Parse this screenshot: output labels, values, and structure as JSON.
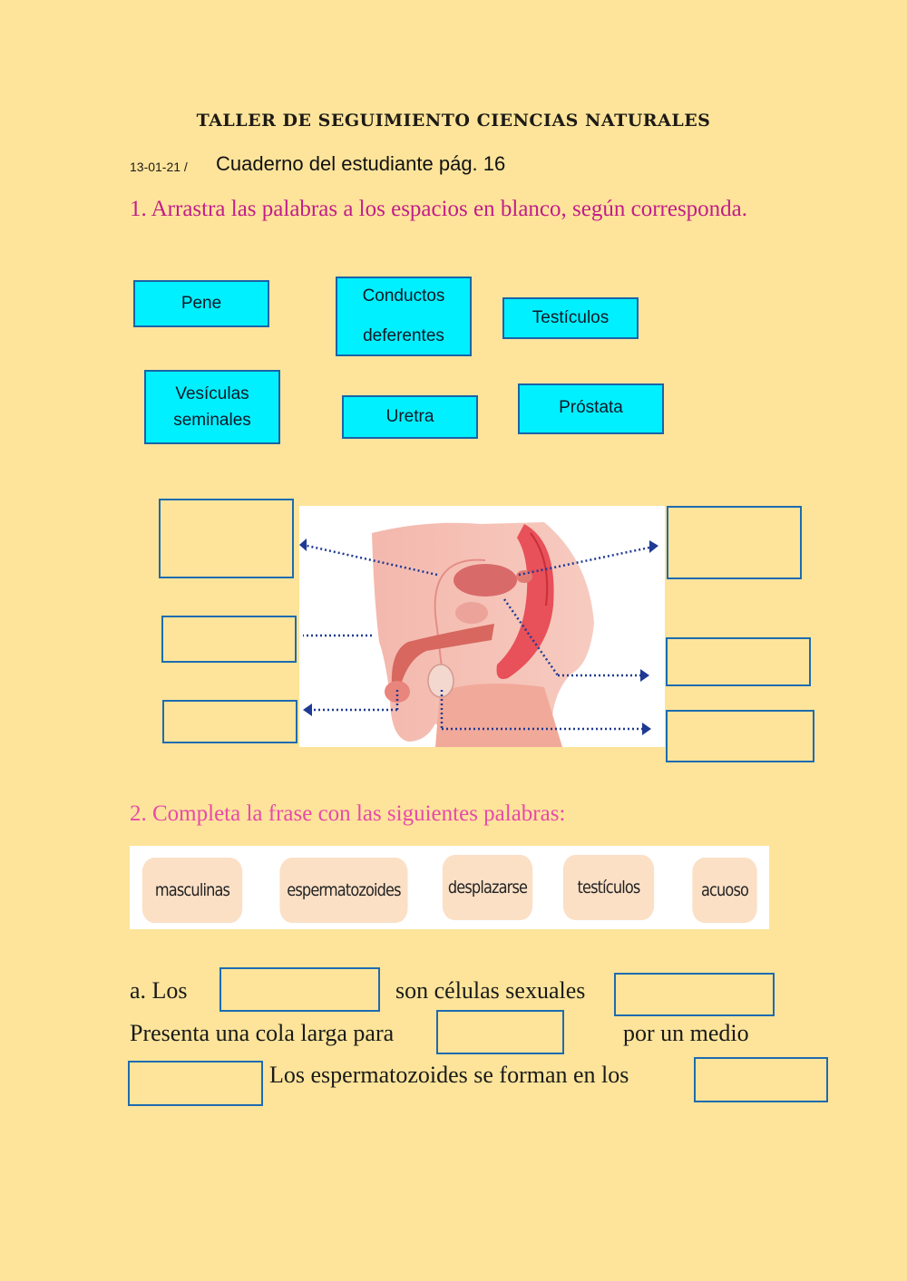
{
  "header": {
    "title": "TALLER DE SEGUIMIENTO CIENCIAS NATURALES",
    "date": "13-01-21 /",
    "subtitle": "Cuaderno del estudiante pág. 16"
  },
  "question1": {
    "instruction": "1. Arrastra las palabras a los espacios en blanco, según corresponda.",
    "draggable_words": [
      {
        "label": "Pene"
      },
      {
        "label": "Conductos deferentes"
      },
      {
        "label": "Testículos"
      },
      {
        "label": "Vesículas seminales"
      },
      {
        "label": "Uretra"
      },
      {
        "label": "Próstata"
      }
    ],
    "drop_zones": [
      "left-top",
      "left-middle",
      "left-bottom",
      "right-top",
      "right-middle",
      "right-bottom"
    ],
    "diagram": {
      "alt": "male-reproductive-system-diagram",
      "arrow_color": "#1f3a93"
    }
  },
  "question2": {
    "instruction": "2. Completa la frase con las siguientes palabras:",
    "word_bank": [
      "masculinas",
      "espermatozoides",
      "desplazarse",
      "testículos",
      "acuoso"
    ],
    "sentence": {
      "part1": "a. Los",
      "part2": "son células sexuales",
      "part3": "Presenta una cola larga para",
      "part4": "por un medio",
      "part5": "Los espermatozoides se forman en los"
    }
  },
  "colors": {
    "page_bg": "#fde49a",
    "chip_bg": "#00f0ff",
    "chip_border": "#1a63a8",
    "instruction1": "#c21d8a",
    "instruction2": "#e84aa9",
    "blank_border": "#1e6bb0"
  }
}
